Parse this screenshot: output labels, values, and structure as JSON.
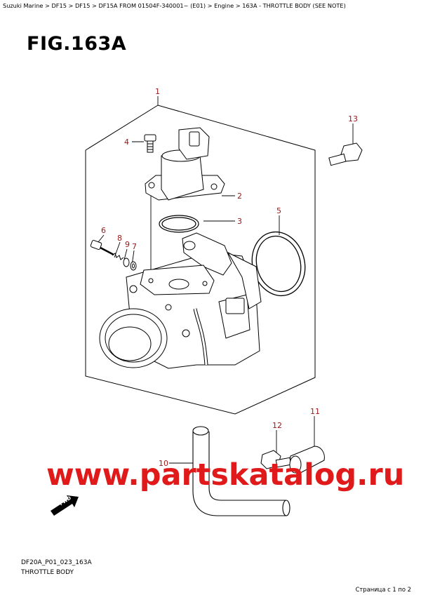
{
  "breadcrumb": "Suzuki Marine > DF15 > DF15 > DF15A FROM 01504F-340001~ (E01) > Engine > 163A - THROTTLE BODY (SEE NOTE)",
  "figure_title": "FIG.163A",
  "callouts": [
    {
      "id": "1",
      "text": "1"
    },
    {
      "id": "2",
      "text": "2"
    },
    {
      "id": "3",
      "text": "3"
    },
    {
      "id": "4",
      "text": "4"
    },
    {
      "id": "5",
      "text": "5"
    },
    {
      "id": "6",
      "text": "6"
    },
    {
      "id": "7",
      "text": "7"
    },
    {
      "id": "8",
      "text": "8"
    },
    {
      "id": "9",
      "text": "9"
    },
    {
      "id": "10",
      "text": "10"
    },
    {
      "id": "11",
      "text": "11"
    },
    {
      "id": "12",
      "text": "12"
    },
    {
      "id": "13",
      "text": "13"
    }
  ],
  "fwd_label": "FWD",
  "watermark": "www.partskatalog.ru",
  "diagram_code": "DF20A_P01_023_163A",
  "caption": "THROTTLE BODY",
  "pager": "Страница с 1 по 2",
  "colors": {
    "callout": "#9b1515",
    "watermark": "#e01a1a",
    "line": "#000000"
  }
}
